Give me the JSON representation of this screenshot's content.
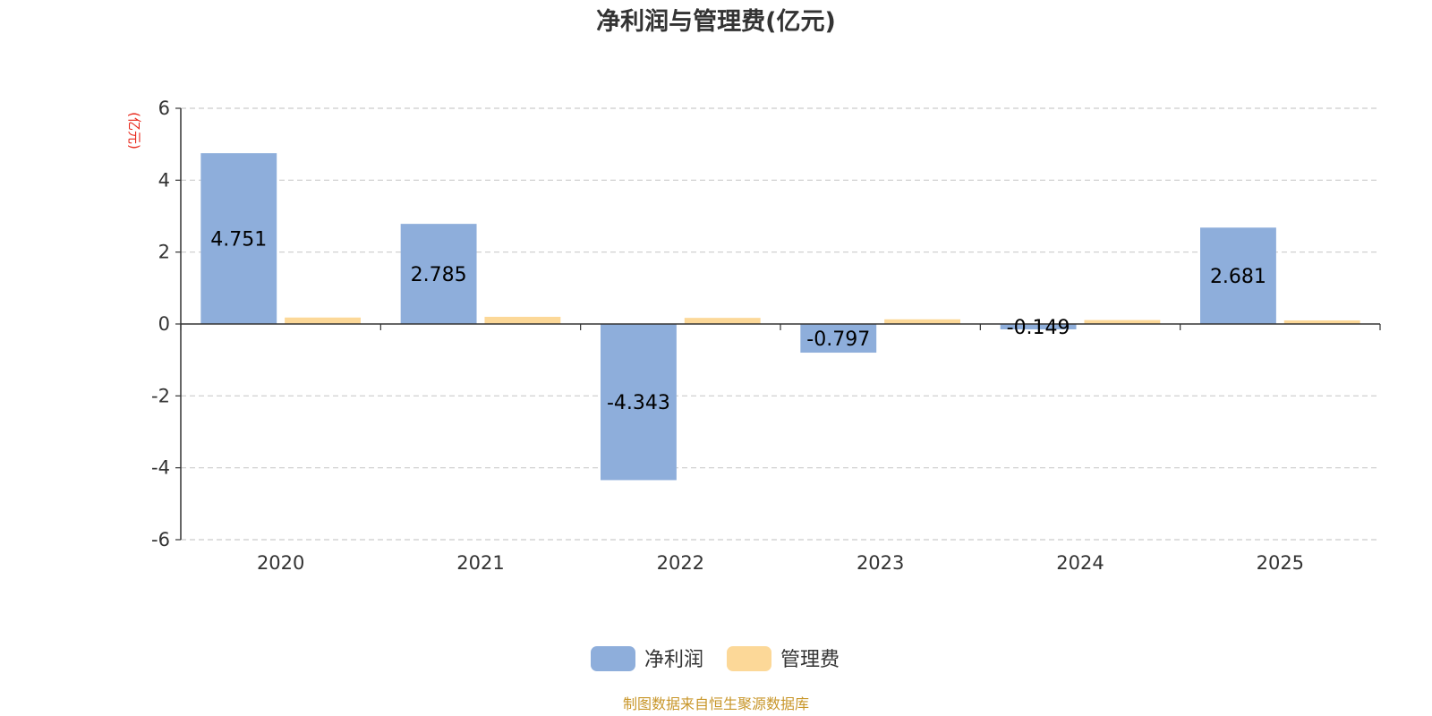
{
  "chart_data": {
    "type": "bar",
    "title": "净利润与管理费(亿元)",
    "ylabel": "(亿元)",
    "xlabel": "",
    "categories": [
      "2020",
      "2021",
      "2022",
      "2023",
      "2024",
      "2025"
    ],
    "series": [
      {
        "name": "净利润",
        "values": [
          4.751,
          2.785,
          -4.343,
          -0.797,
          -0.149,
          2.681
        ],
        "labels": [
          "4.751",
          "2.785",
          "-4.343",
          "-0.797",
          "-0.149",
          "2.681"
        ],
        "color": "#8eaedb"
      },
      {
        "name": "管理费",
        "values": [
          0.18,
          0.2,
          0.17,
          0.13,
          0.11,
          0.1
        ],
        "color": "#fcd898"
      }
    ],
    "ylim": [
      -6,
      6
    ],
    "yticks": [
      "-6",
      "-4",
      "-2",
      "0",
      "2",
      "4",
      "6"
    ],
    "grid": true,
    "legend_position": "bottom-center",
    "ylabel_color": "#e8291c"
  },
  "source_note": {
    "text": "制图数据来自恒生聚源数据库",
    "color": "#c8962a"
  }
}
